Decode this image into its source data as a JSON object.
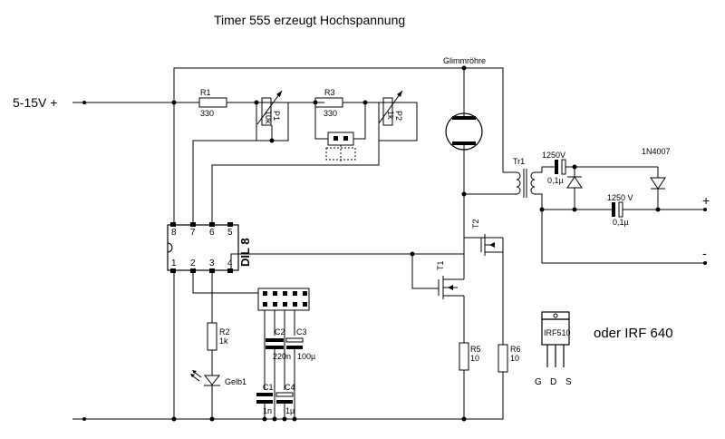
{
  "title": "Timer 555 erzeugt Hochspannung",
  "supply_label": "5-15V +",
  "glow_tube": "Glimmröhre",
  "ic": {
    "package": "DIL 8",
    "pins": [
      "8",
      "7",
      "6",
      "5",
      "1",
      "2",
      "3",
      "4"
    ]
  },
  "r1": {
    "name": "R1",
    "value": "330"
  },
  "p1": {
    "name": "P1",
    "value": "10k"
  },
  "r3": {
    "name": "R3",
    "value": "330"
  },
  "p2": {
    "name": "P2",
    "value": "1k"
  },
  "r2": {
    "name": "R2",
    "value": "1k"
  },
  "led": {
    "name": "Gelb1"
  },
  "c2": {
    "name": "C2",
    "value": "220n"
  },
  "c3": {
    "name": "C3",
    "value": "100µ"
  },
  "c1": {
    "name": "C1",
    "value": "1n"
  },
  "c4": {
    "name": "C4",
    "value": "1µ"
  },
  "transformer": {
    "name": "Tr1"
  },
  "t1": {
    "name": "T1"
  },
  "t2": {
    "name": "T2"
  },
  "r5": {
    "name": "R5",
    "value": "10"
  },
  "r6": {
    "name": "R6",
    "value": "10"
  },
  "hv_cap1": {
    "voltage": "1250V",
    "value": "0,1µ"
  },
  "hv_cap2": {
    "voltage": "1250 V",
    "value": "0,1µ"
  },
  "diode": {
    "name": "1N4007"
  },
  "out_plus": "+",
  "out_minus": "-",
  "mosfet_part": {
    "name": "IRF510",
    "pins": [
      "G",
      "D",
      "S"
    ]
  },
  "alt_part": "oder IRF 640"
}
